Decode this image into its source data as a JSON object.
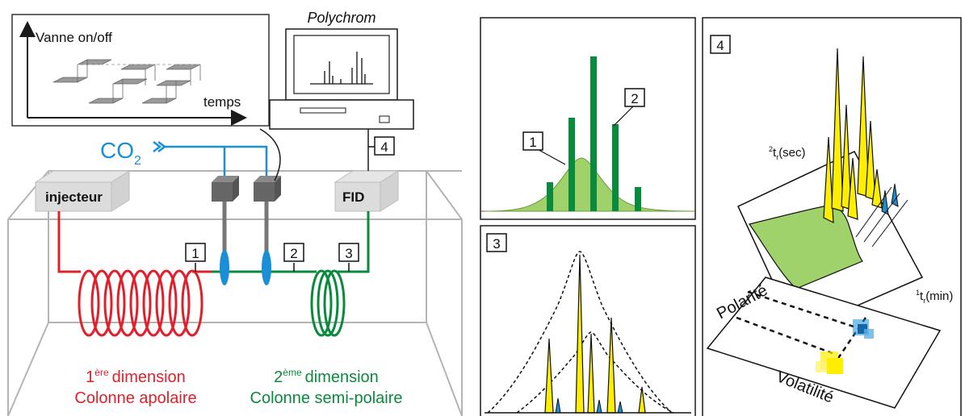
{
  "valve_plot": {
    "ylabel": "Vanne on/off",
    "xlabel": "temps"
  },
  "computer": {
    "label": "Polychrom"
  },
  "gas": {
    "label": "CO",
    "subscript": "2"
  },
  "oven": {
    "injector": "injecteur",
    "detector": "FID"
  },
  "markers": [
    "1",
    "2",
    "3",
    "4"
  ],
  "columns": {
    "first": {
      "sup": "ère",
      "ordinal": "1",
      "name": "dimension",
      "type": "Colonne apolaire"
    },
    "second": {
      "sup": "ème",
      "ordinal": "2",
      "name": "dimension",
      "type": "Colonne semi-polaire"
    }
  },
  "panel_4": {
    "axis_y_prefix": "2",
    "axis_y": "t",
    "axis_y_sub": "r",
    "axis_y_unit": "(sec)",
    "axis_x_prefix": "1",
    "axis_x": "t",
    "axis_x_sub": "r",
    "axis_x_unit": "(min)",
    "plane_y": "Polarité",
    "plane_x": "Volatilité"
  },
  "colors": {
    "red": "#e0202a",
    "green": "#0a8a3c",
    "blue": "#1a8fd6",
    "yellow": "#ffee00",
    "lightgreen": "#9fd26a",
    "gray": "#b4b4b4"
  }
}
